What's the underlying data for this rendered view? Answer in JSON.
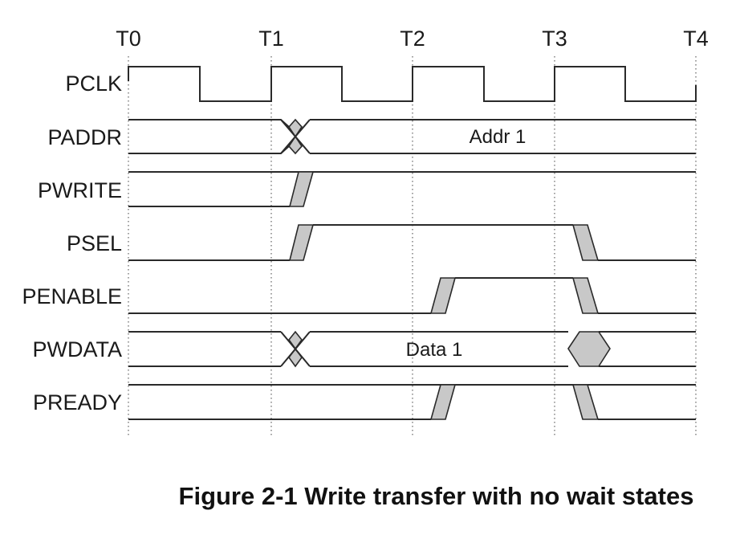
{
  "time_markers": [
    "T0",
    "T1",
    "T2",
    "T3",
    "T4"
  ],
  "signals": [
    {
      "name": "PCLK",
      "type": "clock"
    },
    {
      "name": "PADDR",
      "type": "bus",
      "value_label": "Addr 1"
    },
    {
      "name": "PWRITE",
      "type": "level"
    },
    {
      "name": "PSEL",
      "type": "level"
    },
    {
      "name": "PENABLE",
      "type": "level"
    },
    {
      "name": "PWDATA",
      "type": "bus",
      "value_label": "Data 1"
    },
    {
      "name": "PREADY",
      "type": "level"
    }
  ],
  "caption": "Figure 2-1 Write transfer with no wait states",
  "colors": {
    "line": "#2a2a2a",
    "transition_fill": "#c8c8c8"
  }
}
